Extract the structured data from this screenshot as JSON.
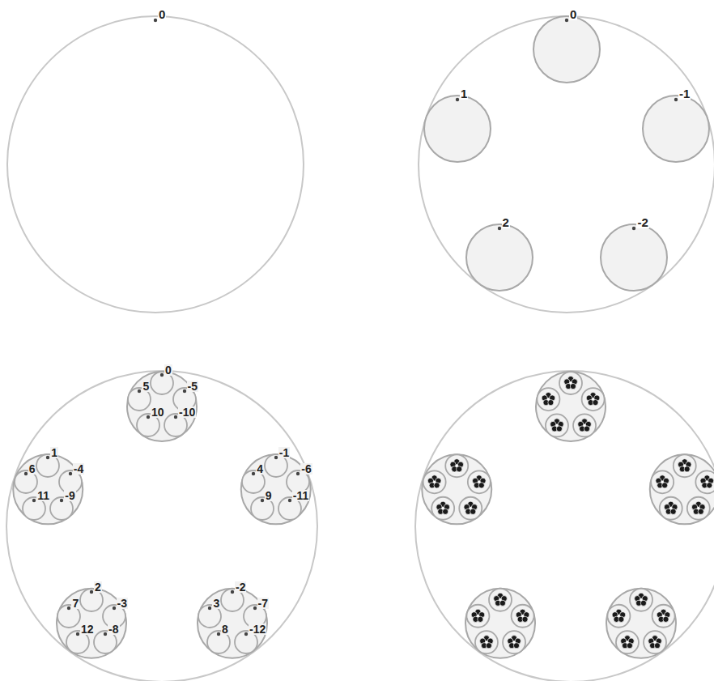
{
  "diagram": {
    "nodes": [
      {
        "text": [
          "0"
        ]
      },
      {
        "text": [
          "0"
        ]
      },
      {
        "text": [
          "1"
        ]
      },
      {
        "text": [
          "-1"
        ]
      },
      {
        "text": [
          "2"
        ]
      },
      {
        "text": [
          "-2"
        ]
      },
      {
        "text": [
          "0"
        ]
      },
      {
        "text": [
          "5"
        ]
      },
      {
        "text": [
          "-5"
        ]
      },
      {
        "text": [
          "10"
        ]
      },
      {
        "text": [
          "-10"
        ]
      },
      {
        "text": [
          "1"
        ]
      },
      {
        "text": [
          "6"
        ]
      },
      {
        "text": [
          "-4"
        ]
      },
      {
        "text": [
          "11"
        ]
      },
      {
        "text": [
          "-9"
        ]
      },
      {
        "text": [
          "-1"
        ]
      },
      {
        "text": [
          "4"
        ]
      },
      {
        "text": [
          "-6"
        ]
      },
      {
        "text": [
          "9"
        ]
      },
      {
        "text": [
          "-11"
        ]
      },
      {
        "text": [
          "2"
        ]
      },
      {
        "text": [
          "7"
        ]
      },
      {
        "text": [
          "-3"
        ]
      },
      {
        "text": [
          "12"
        ]
      },
      {
        "text": [
          "-8"
        ]
      },
      {
        "text": [
          "-2"
        ]
      },
      {
        "text": [
          "3"
        ]
      },
      {
        "text": [
          "-7"
        ]
      },
      {
        "text": [
          "8"
        ]
      },
      {
        "text": [
          "-12"
        ]
      }
    ]
  }
}
